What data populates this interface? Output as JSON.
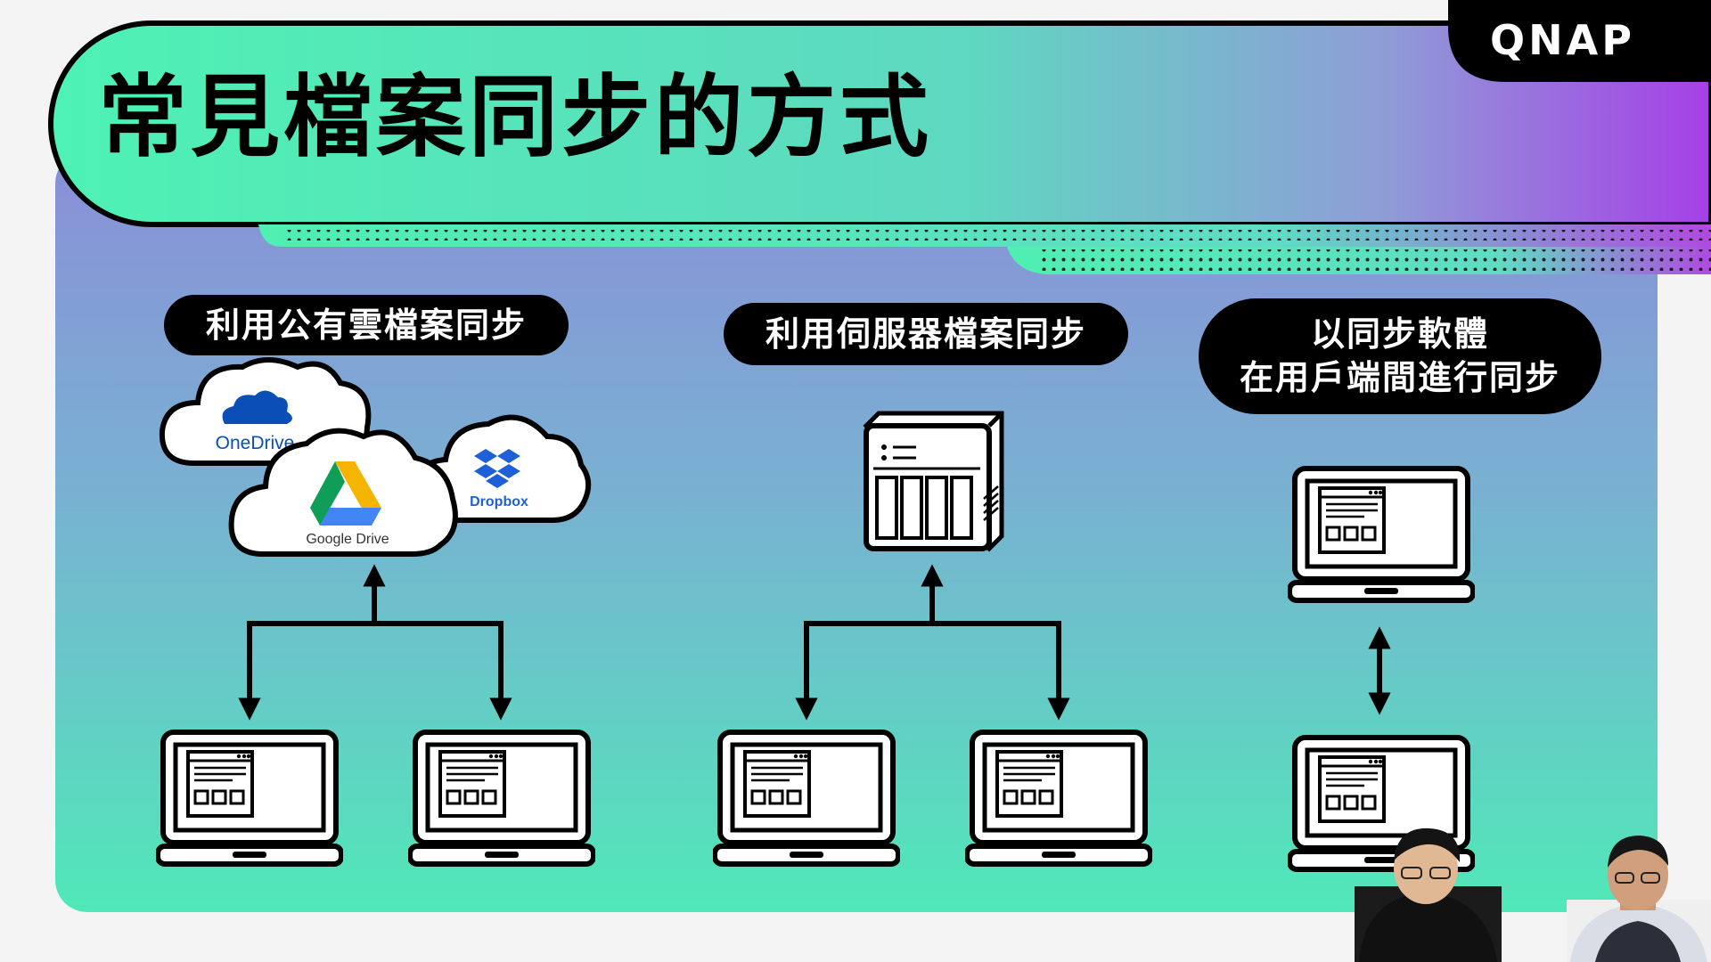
{
  "title": "常見檔案同步的方式",
  "brand": "QNAP",
  "colors": {
    "accent_green": "#4ef0b0",
    "accent_purple": "#a044e0",
    "panel_blue": "#8a90d6",
    "ink": "#000000"
  },
  "methods": [
    {
      "label": "利用公有雲檔案同步",
      "icons": [
        "cloud-icon",
        "arrow-fork-icon",
        "laptop-icon",
        "laptop-icon"
      ],
      "cloud_services": [
        "OneDrive",
        "Google Drive",
        "Dropbox"
      ]
    },
    {
      "label": "利用伺服器檔案同步",
      "icons": [
        "nas-server-icon",
        "arrow-fork-icon",
        "laptop-icon",
        "laptop-icon"
      ]
    },
    {
      "label_lines": [
        "以同步軟體",
        "在用戶端間進行同步"
      ],
      "icons": [
        "laptop-icon",
        "double-arrow-icon",
        "laptop-icon"
      ]
    }
  ]
}
